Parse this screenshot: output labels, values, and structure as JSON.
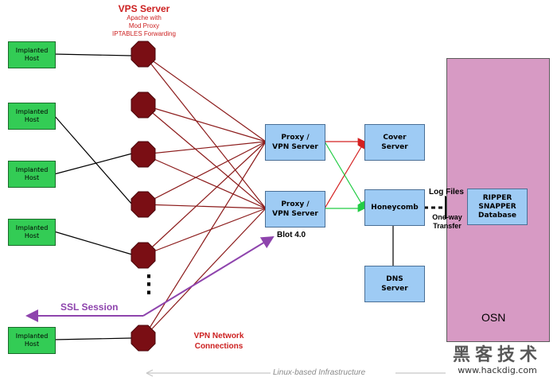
{
  "vps_server": {
    "title": "VPS Server",
    "subtitle": "Apache with\nMod Proxy\nIPTABLES Forwarding"
  },
  "implanted_hosts": [
    {
      "label": "Implanted\nHost"
    },
    {
      "label": "Implanted\nHost"
    },
    {
      "label": "Implanted\nHost"
    },
    {
      "label": "Implanted\nHost"
    },
    {
      "label": "Implanted\nHost"
    }
  ],
  "ellipsis": "⋮",
  "proxy_servers": [
    {
      "label": "Proxy /\nVPN Server"
    },
    {
      "label": "Proxy /\nVPN Server"
    }
  ],
  "blot_label": "Blot 4.0",
  "cover_server": "Cover\nServer",
  "honeycomb": "Honeycomb",
  "dns_server": "DNS\nServer",
  "ripper_snapper": "RIPPER\nSNAPPER\nDatabase",
  "osn_label": "OSN",
  "log_files_label": "Log Files",
  "one_way_label": "One-way\nTransfer",
  "ssl_session_label": "SSL Session",
  "vpn_network_label": "VPN Network\nConnections",
  "infrastructure_label": "Linux-based Infrastructure",
  "watermark": {
    "chars": "黑客技术",
    "url": "www.hackdig.com"
  },
  "colors": {
    "host_green": "#33cc55",
    "server_blue": "#9ecbf4",
    "osn_pink": "#d79ac4",
    "node_red": "#7a0e14",
    "vpn_line": "#8b1a1a",
    "ssl_purple": "#8e44ad",
    "title_red": "#cc1f1f"
  }
}
